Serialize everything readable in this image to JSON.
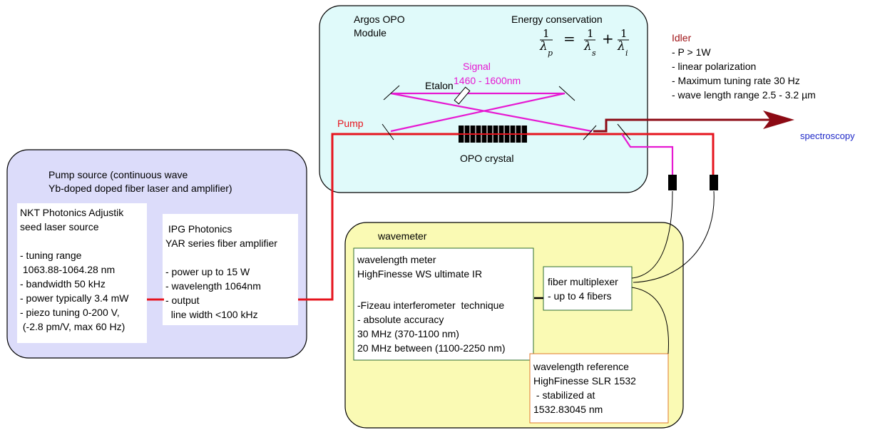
{
  "opo": {
    "title_line1": "Argos OPO",
    "title_line2": "Module",
    "energy_title": "Energy conservation",
    "signal_label": "Signal",
    "signal_range": "1460 - 1600nm",
    "etalon_label": "Etalon",
    "pump_label": "Pump",
    "crystal_label": "OPO crystal"
  },
  "equation": {
    "numerator": "1",
    "lhs_sym": "λ",
    "lhs_sub": "p",
    "equals": "=",
    "plus": "+",
    "rhs1_sym": "λ",
    "rhs1_sub": "s",
    "rhs2_sym": "λ",
    "rhs2_sub": "i"
  },
  "idler": {
    "title": "Idler",
    "lines": [
      "- P > 1W",
      "- linear polarization",
      "- Maximum tuning rate 30 Hz",
      "- wave length range 2.5 - 3.2 µm"
    ],
    "spectroscopy": "spectroscopy"
  },
  "pump_source": {
    "title_line1": "Pump source (continuous wave",
    "title_line2": "Yb-doped doped fiber laser and amplifier)",
    "seed": {
      "lines": [
        "NKT Photonics Adjustik",
        "seed laser source",
        "",
        "- tuning range",
        " 1063.88-1064.28 nm",
        "- bandwidth 50 kHz",
        "- power typically 3.4 mW",
        "- piezo tuning 0-200 V,",
        " (-2.8 pm/V, max 60 Hz)"
      ]
    },
    "amp": {
      "lines": [
        " IPG Photonics",
        "YAR series fiber amplifier",
        "",
        "- power up to 15 W",
        "- wavelength 1064nm",
        "- output",
        "  line width <100 kHz"
      ]
    }
  },
  "wavemeter": {
    "title": "wavemeter",
    "meter": {
      "lines": [
        "wavelength meter",
        "HighFinesse WS ultimate IR",
        "",
        "-Fizeau interferometer  technique",
        "- absolute accuracy",
        "30 MHz (370-1100 nm)",
        "20 MHz between (1100-2250 nm)"
      ]
    },
    "multiplexer": {
      "lines": [
        "fiber multiplexer",
        "- up to 4 fibers"
      ]
    },
    "reference": {
      "lines": [
        "wavelength reference",
        "HighFinesse SLR 1532",
        " - stabilized at",
        "1532.83045 nm"
      ]
    }
  },
  "colors": {
    "opo_fill": "#e0fafa",
    "pump_source_fill": "#dcdcfa",
    "wavemeter_fill": "#fafab4",
    "pump_beam": "#e6141e",
    "signal_beam": "#e619d2",
    "idler_beam": "#8c0a14",
    "idler_text": "#a01418",
    "spectroscopy_text": "#1e28c8",
    "reference_border": "#e07828"
  }
}
